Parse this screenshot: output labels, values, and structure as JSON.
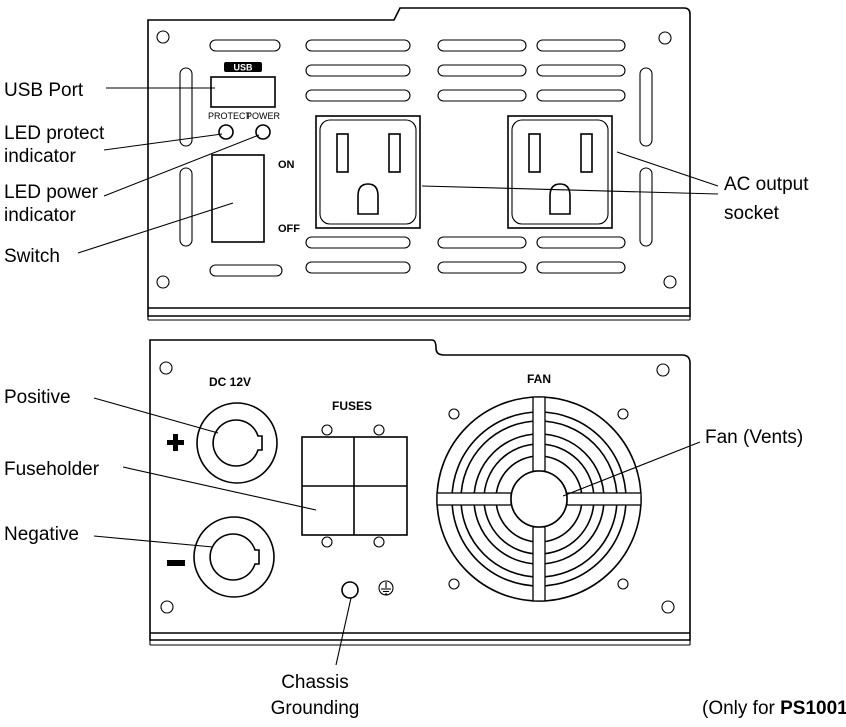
{
  "front_panel": {
    "usb_badge": "USB",
    "protect_label": "PROTECT",
    "power_label": "POWER",
    "switch_on": "ON",
    "switch_off": "OFF"
  },
  "rear_panel": {
    "dc_label": "DC 12V",
    "fuses_label": "FUSES",
    "fan_label": "FAN",
    "plus_sign": "+",
    "minus_sign": "−"
  },
  "callouts": {
    "usb_port": "USB Port",
    "led_protect_line1": "LED protect",
    "led_protect_line2": "indicator",
    "led_power_line1": "LED power",
    "led_power_line2": "indicator",
    "switch": "Switch",
    "ac_output_line1": "AC output",
    "ac_output_line2": "socket",
    "positive": "Positive",
    "fuseholder": "Fuseholder",
    "negative": "Negative",
    "fan_vents": "Fan (Vents)",
    "chassis_line1": "Chassis",
    "chassis_line2": "Grounding"
  },
  "footnote": {
    "prefix": "(Only for ",
    "model": "PS1001",
    "suffix": ")"
  },
  "icons": [
    "ground-icon",
    "plus-icon",
    "minus-icon",
    "fan-grille-icon",
    "ac-socket-icon"
  ]
}
